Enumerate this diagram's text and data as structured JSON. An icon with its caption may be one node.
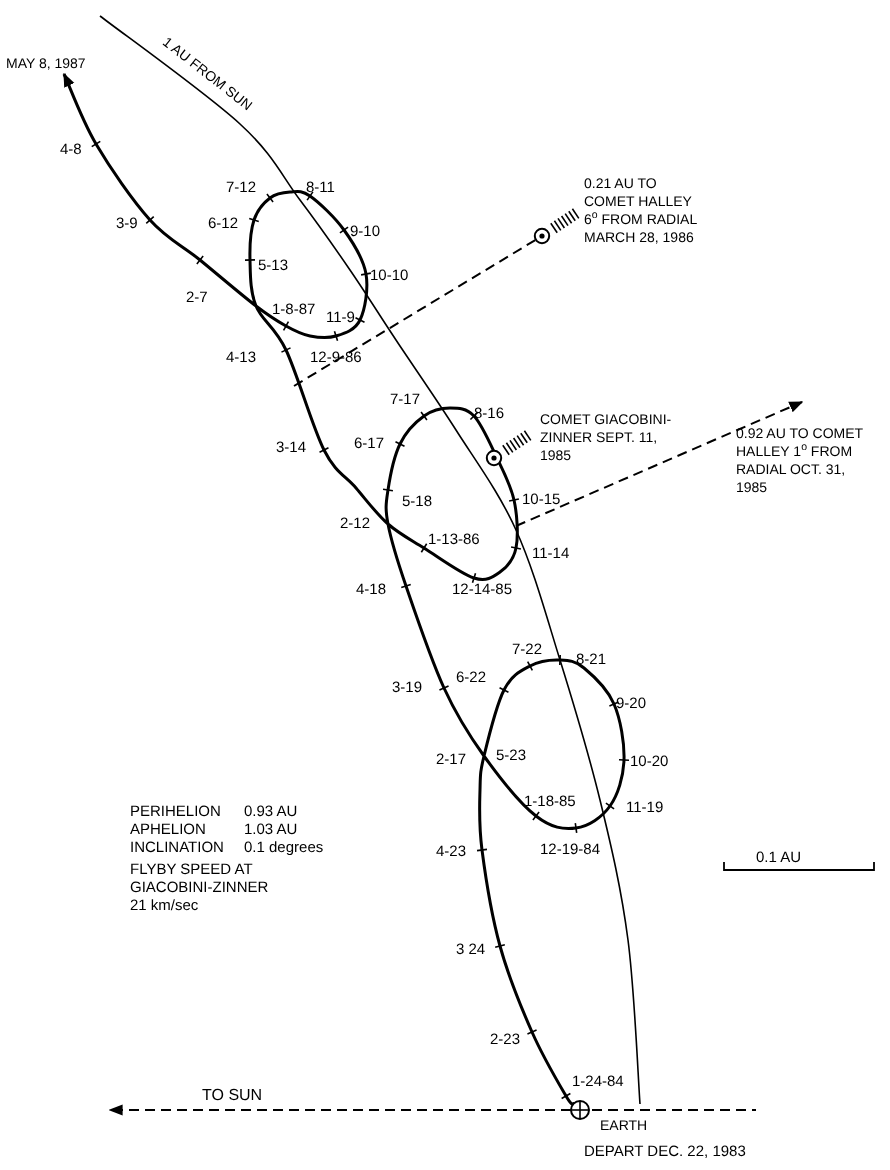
{
  "diagram": {
    "nodes": [
      {
        "text": [],
        "shape": "circle",
        "beside": [
          "EARTH"
        ]
      },
      {
        "text": [],
        "shape": "circle",
        "beside": [
          "COMET GIACOBINI-ZINNER SEPT. 11, 1985"
        ]
      },
      {
        "text": [],
        "shape": "circle",
        "beside": [
          "0.21 AU TO COMET HALLEY 6$^{o}$ FROM RADIAL MARCH 28, 1986"
        ]
      },
      {
        "text": [
          "0.92 AU TO COMET HALLEY 1$^{o}$ FROM RADIAL OCT. 31, 1985"
        ]
      },
      {
        "text": [
          "MAY 8, 1987"
        ]
      }
    ],
    "edges": [
      {
        "from": null,
        "to": 2,
        "arrow": "none",
        "style": "dashed"
      },
      {
        "from": null,
        "to": 3,
        "arrow": "to",
        "style": "dashed"
      },
      {
        "from": 0,
        "to": null,
        "arrow": "to",
        "style": "dashed",
        "label": "TO SUN"
      },
      {
        "from": 0,
        "to": 4,
        "arrow": "to"
      }
    ],
    "labels": [
      "1 AU FROM SUN",
      "4-8",
      "3-9",
      "7-12",
      "8-11",
      "6-12",
      "9-10",
      "5-13",
      "10-10",
      "2-7",
      "1-8-87",
      "11-9",
      "12-9-86",
      "4-13",
      "3-14",
      "7-17",
      "8-16",
      "6-17",
      "5-18",
      "10-15",
      "2-12",
      "1-13-86",
      "11-14",
      "12-14-85",
      "4-18",
      "3-19",
      "7-22",
      "8-21",
      "6-22",
      "9-20",
      "2-17",
      "5-23",
      "10-20",
      "1-18-85",
      "11-19",
      "12-19-84",
      "4-23",
      "3 24",
      "2-23",
      "1-24-84",
      "PERIHELION",
      "0.93 AU",
      "APHELION",
      "1.03 AU",
      "INCLINATION",
      "0.1 degrees",
      "FLYBY SPEED AT GIACOBINI-ZINNER 21 km/sec",
      "0.1 AU",
      "DEPART DEC. 22, 1983"
    ]
  }
}
